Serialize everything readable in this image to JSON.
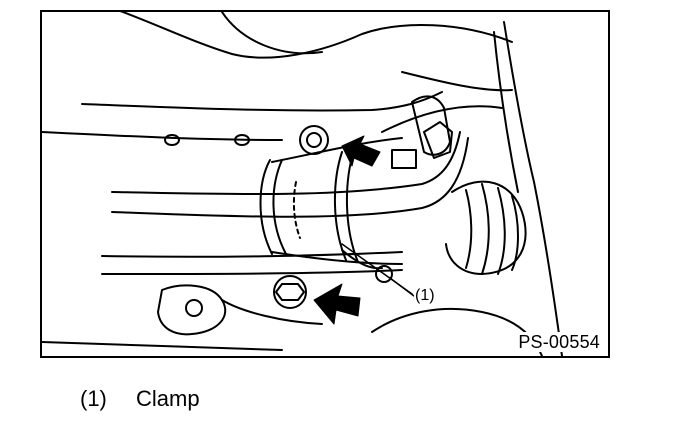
{
  "figure": {
    "code": "PS-00554",
    "callout_label": "(1)",
    "colors": {
      "ink": "#000000",
      "paper": "#ffffff"
    }
  },
  "legend": [
    {
      "num": "(1)",
      "text": "Clamp"
    }
  ]
}
